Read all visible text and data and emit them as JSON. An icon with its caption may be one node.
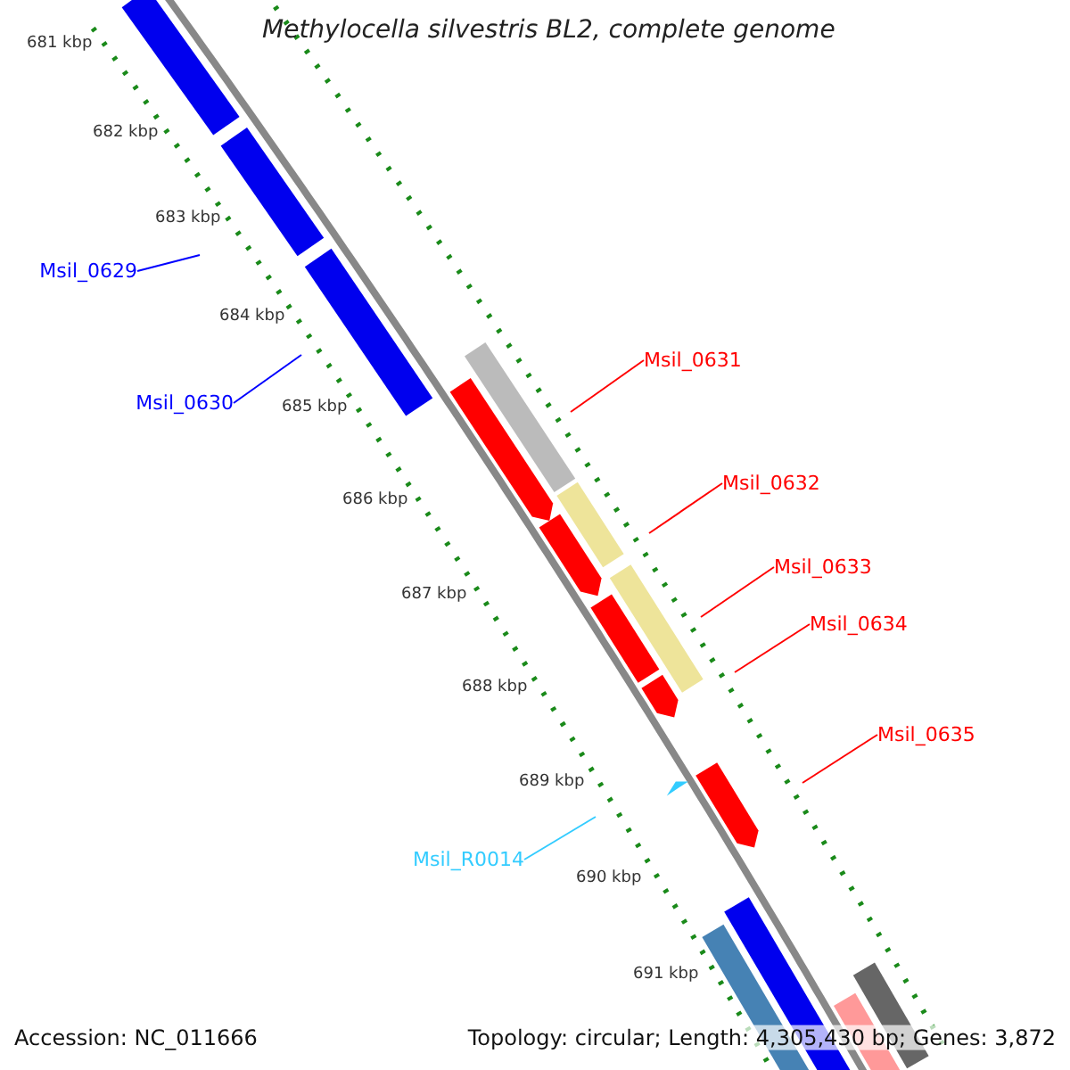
{
  "diagram": {
    "title": "Methylocella silvestris BL2, complete genome",
    "nodes": [
      {
        "text": [
          "Msil_0629"
        ]
      },
      {
        "text": [
          "Msil_0630"
        ]
      },
      {
        "text": [
          "Msil_0631"
        ]
      },
      {
        "text": [
          "Msil_0632"
        ]
      },
      {
        "text": [
          "Msil_0633"
        ]
      },
      {
        "text": [
          "Msil_0634"
        ]
      },
      {
        "text": [
          "Msil_0635"
        ]
      },
      {
        "text": [
          "Msil_R0014"
        ]
      }
    ],
    "edges": [
      {
        "from": 0,
        "to": null,
        "arrow": "none",
        "color": "#0000ff"
      },
      {
        "from": 1,
        "to": null,
        "arrow": "none",
        "color": "#0000ff"
      },
      {
        "from": 2,
        "to": null,
        "arrow": "none"
      },
      {
        "from": 3,
        "to": null,
        "arrow": "none"
      },
      {
        "from": 4,
        "to": null,
        "arrow": "none"
      },
      {
        "from": 5,
        "to": null,
        "arrow": "none"
      },
      {
        "from": 6,
        "to": null,
        "arrow": "none"
      },
      {
        "from": 7,
        "to": null,
        "arrow": "none",
        "color": "#33ccff"
      }
    ],
    "labels": [
      "681 kbp",
      "682 kbp",
      "683 kbp",
      "684 kbp",
      "685 kbp",
      "686 kbp",
      "687 kbp",
      "688 kbp",
      "689 kbp",
      "690 kbp",
      "691 kbp",
      "Accession: NC_011666",
      "Topology: circular; Length: 4,305,430 bp; Genes: 3,872"
    ]
  }
}
